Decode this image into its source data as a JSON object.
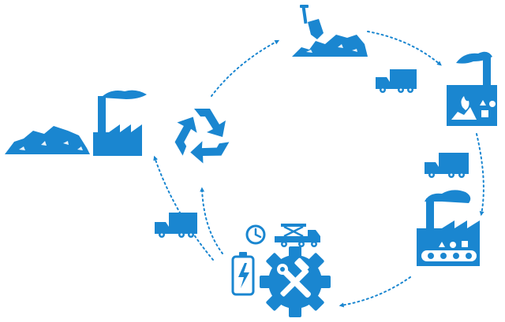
{
  "diagram": {
    "accent_color": "#1a86d0",
    "nodes": [
      {
        "id": "raw-material-extraction",
        "icons": [
          "shovel-icon",
          "soil-pile-icon"
        ]
      },
      {
        "id": "primary-factory",
        "icons": [
          "factory-icon",
          "raw-materials-icon"
        ]
      },
      {
        "id": "manufacturing-factory",
        "icons": [
          "factory-icon",
          "conveyor-belt-icon"
        ]
      },
      {
        "id": "use-and-maintenance",
        "icons": [
          "battery-icon",
          "clock-icon",
          "lift-truck-icon",
          "gear-tools-icon"
        ]
      },
      {
        "id": "recycling",
        "icons": [
          "recycle-icon"
        ]
      },
      {
        "id": "waste-and-landfill",
        "icons": [
          "waste-pile-icon",
          "factory-icon"
        ]
      }
    ],
    "transport": [
      "truck-icon",
      "truck-icon",
      "truck-icon"
    ],
    "flow": "cycle",
    "arrow_style": "dotted"
  }
}
